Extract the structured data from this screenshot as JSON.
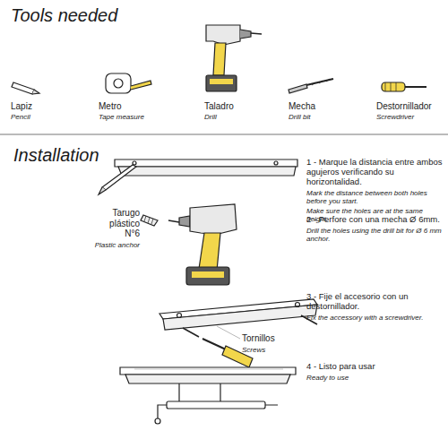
{
  "diagram": {
    "title": "Tools needed",
    "labels": [
      "Installation",
      "Lapiz",
      "Pencil",
      "Metro",
      "Tape measure",
      "Taladro",
      "Drill",
      "Mecha",
      "Drill bit",
      "Destornillador",
      "Screwdriver",
      "1 - Marque la distancia entre ambos agujeros verificando su horizontalidad.",
      "Mark the distance between both holes before you start.",
      "Make sure the holes are at the same height.",
      "Tarugo plástico N°6",
      "Plastic anchor",
      "2 - Perfore con una mecha Ø 6mm.",
      "Drill the holes using the drill bit for Ø 6 mm anchor.",
      "3 - Fije el accesorio con un destornillador.",
      "Fix the accessory with a screwdriver.",
      "Tornillos",
      "Screws",
      "4 - Listo para usar",
      "Ready to use"
    ]
  }
}
